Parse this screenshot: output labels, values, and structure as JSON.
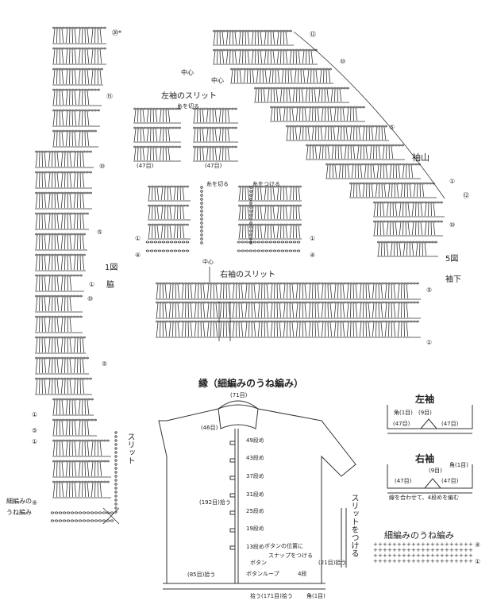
{
  "top": {
    "row_marks": {
      "r20": "⑳*",
      "r15": "⑮",
      "r10": "⑩",
      "r5": "⑤",
      "r1": "①"
    },
    "sleeve_top": {
      "r12": "⑫",
      "r10": "⑩",
      "r5": "⑤",
      "r1": "①"
    },
    "center_label": "中心",
    "left_slit": "左袖のスリット",
    "right_slit": "右袖のスリット",
    "left_47": "(47目)",
    "right_47": "(47目)",
    "ito_wo_kiru": "糸を切る",
    "ito_tsukeru": "糸をつける",
    "sleeve_cap": "袖山",
    "fig1": "1図",
    "waki": "脇",
    "fig5": "5図",
    "sode_shita": "袖下",
    "slit": "スリット",
    "rib_label_1": "細編みの",
    "rib_label_2": "うね編み",
    "r4": "④",
    "r5b": "⑤"
  },
  "bottom": {
    "title": "縁（細編みのうね編み）",
    "s71": "(71目)",
    "s46": "(46目)",
    "rows": [
      "49段め",
      "43段め",
      "37段め",
      "31段め",
      "25段め",
      "19段め",
      "13段め"
    ],
    "s192": "(192目)拾う",
    "button_note": "ボタンの位置に",
    "snap_note": "スナップをつける",
    "button": "ボタン",
    "button_loop": "ボタンループ",
    "s85": "(85目)拾う",
    "s21": "(21目)拾う",
    "s171": "拾う(171目)拾う",
    "kado": "角(1目)",
    "four_dan": "4段",
    "slit_attach": "スリットをつける"
  },
  "sleeves": {
    "left_title": "左袖",
    "right_title": "右袖",
    "kado": "角(1目)",
    "nine": "(9目)",
    "s47a": "(47目)",
    "s47b": "(47目)",
    "join_note": "線を合わせて、4段めを編む",
    "rib_title": "細編みのうね編み",
    "r4": "④",
    "r1": "①"
  }
}
